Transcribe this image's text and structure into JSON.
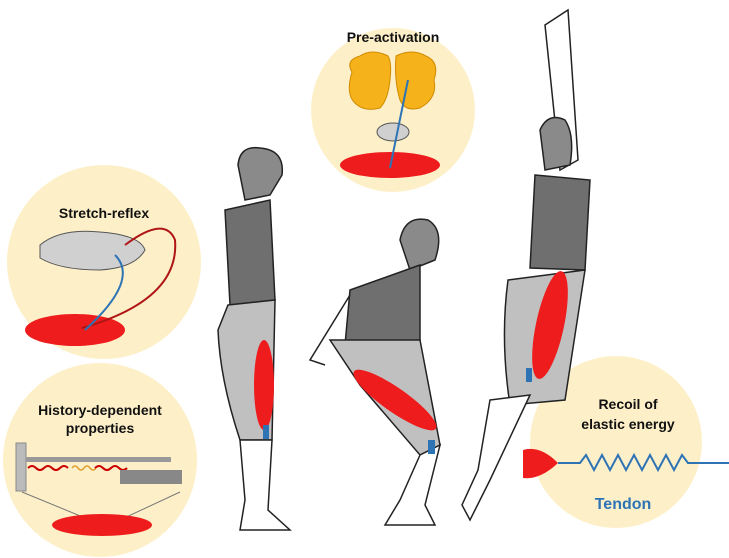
{
  "panels": {
    "pre_activation": {
      "title": "Pre-activation"
    },
    "stretch_reflex": {
      "title": "Stretch-reflex"
    },
    "history": {
      "title_line1": "History-dependent",
      "title_line2": "properties"
    },
    "recoil": {
      "title_line1": "Recoil of",
      "title_line2": "elastic energy",
      "tendon_label": "Tendon"
    }
  },
  "colors": {
    "bubble": "#fdf0c9",
    "muscle": "#ee1c1c",
    "tendon": "#2e74b5",
    "body_dark": "#7f7f7f",
    "body_light": "#c0c0c0",
    "brain": "#f5b21b"
  }
}
